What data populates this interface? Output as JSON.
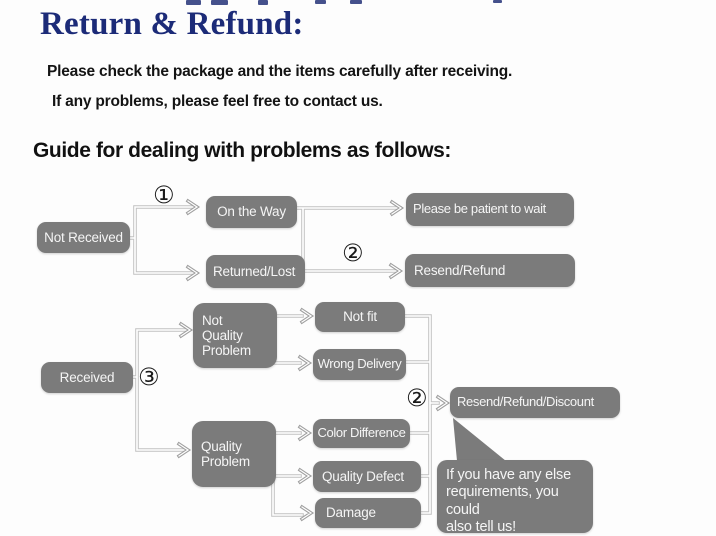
{
  "header": {
    "title": "Return & Refund:",
    "intro_line1": "Please check the package and the items carefully after receiving.",
    "intro_line2": "If any problems, please feel free to contact us.",
    "guide_heading": "Guide for dealing with problems as follows:"
  },
  "flow": {
    "badge_1": "①",
    "badge_2": "②",
    "badge_3": "③",
    "nodes": {
      "not_received": "Not Received",
      "on_the_way": "On the Way",
      "returned_lost": "Returned/Lost",
      "please_wait": "Please be patient to wait",
      "resend_refund": "Resend/Refund",
      "received": "Received",
      "not_quality_lines": [
        "Not",
        "Quality",
        "Problem"
      ],
      "not_fit": "Not fit",
      "wrong_delivery": "Wrong Delivery",
      "quality_lines": [
        "Quality",
        "Problem"
      ],
      "color_difference": "Color Difference",
      "quality_defect": "Quality Defect",
      "damage": "Damage",
      "resend_discount": "Resend/Refund/Discount"
    },
    "bubble_lines": [
      "If you have any else",
      "requirements, you could",
      "also tell us!"
    ]
  },
  "colors": {
    "title": "#1c2b78",
    "box": "#7b7b7b",
    "box_text": "#f5f5f5",
    "connector": "#c2c2c2",
    "badge": "#1a1a1a",
    "background": "#fdfdfd"
  }
}
